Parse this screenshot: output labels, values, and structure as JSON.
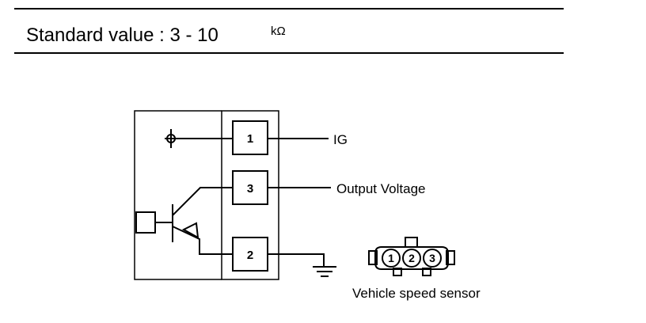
{
  "header": {
    "text": "Standard value :  3 - 10 ",
    "unit": "kΩ"
  },
  "circuit": {
    "pins": [
      "1",
      "3",
      "2"
    ],
    "labels": {
      "ig": "IG",
      "output": "Output Voltage"
    }
  },
  "connector": {
    "pins": [
      "1",
      "2",
      "3"
    ],
    "caption": "Vehicle speed sensor"
  }
}
